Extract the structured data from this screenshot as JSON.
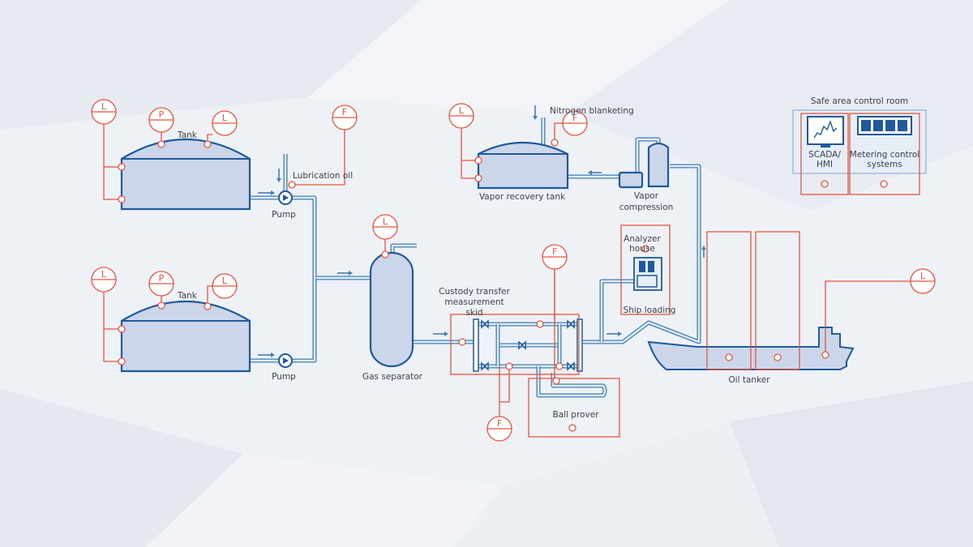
{
  "colors": {
    "pipe": "#3f7fb6",
    "vessel_fill": "#cbd6ea",
    "vessel_stroke": "#1f5a9c",
    "instrument": "#e8543c",
    "background": "#eef1f6"
  },
  "labels": {
    "tank_top": "Tank",
    "tank_bottom": "Tank",
    "pump_top": "Pump",
    "pump_bottom": "Pump",
    "lubrication_oil": "Lubrication oil",
    "gas_separator": "Gas separator",
    "nitrogen_blanketing": "Nitrogen blanketing",
    "vapor_recovery_tank": "Vapor recovery tank",
    "vapor_compression_1": "Vapor",
    "vapor_compression_2": "compression",
    "custody_1": "Custody transfer",
    "custody_2": "measurement",
    "custody_3": "skid",
    "analyzer_1": "Analyzer",
    "analyzer_2": "house",
    "ship_loading": "Ship loading",
    "ball_prover": "Ball prover",
    "oil_tanker": "Oil tanker",
    "control_room": "Safe area control room",
    "scada_1": "SCADA/",
    "scada_2": "HMI",
    "metering_1": "Metering control",
    "metering_2": "systems"
  },
  "instruments": {
    "level": "L",
    "pressure": "P",
    "flow": "F"
  }
}
